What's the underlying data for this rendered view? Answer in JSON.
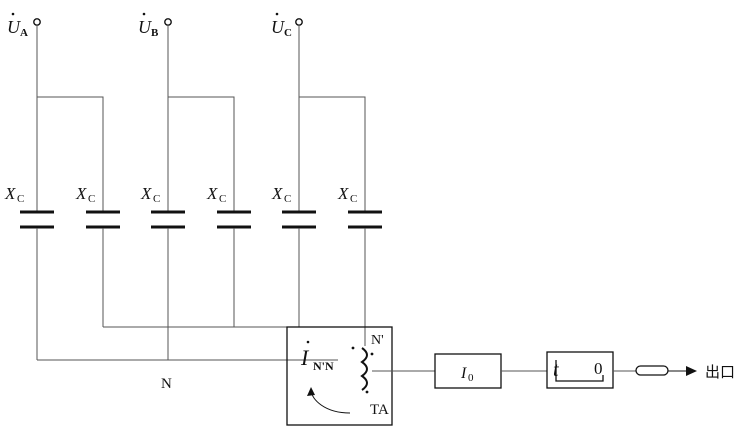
{
  "supply_terminals": [
    {
      "label": "U",
      "sub": "A"
    },
    {
      "label": "U",
      "sub": "B"
    },
    {
      "label": "U",
      "sub": "C"
    }
  ],
  "capacitors": [
    {
      "label": "X",
      "sub": "C"
    },
    {
      "label": "X",
      "sub": "C"
    },
    {
      "label": "X",
      "sub": "C"
    },
    {
      "label": "X",
      "sub": "C"
    },
    {
      "label": "X",
      "sub": "C"
    },
    {
      "label": "X",
      "sub": "C"
    }
  ],
  "neutral": {
    "n_label": "N",
    "n_prime_label": "N'"
  },
  "current_transformer": {
    "label": "TA",
    "current_symbol": "I",
    "current_sub": "N'N"
  },
  "relay": {
    "symbol": "I",
    "sub": "0"
  },
  "timer": {
    "t_label": "t",
    "zero_label": "0"
  },
  "output": {
    "label": "出口"
  }
}
